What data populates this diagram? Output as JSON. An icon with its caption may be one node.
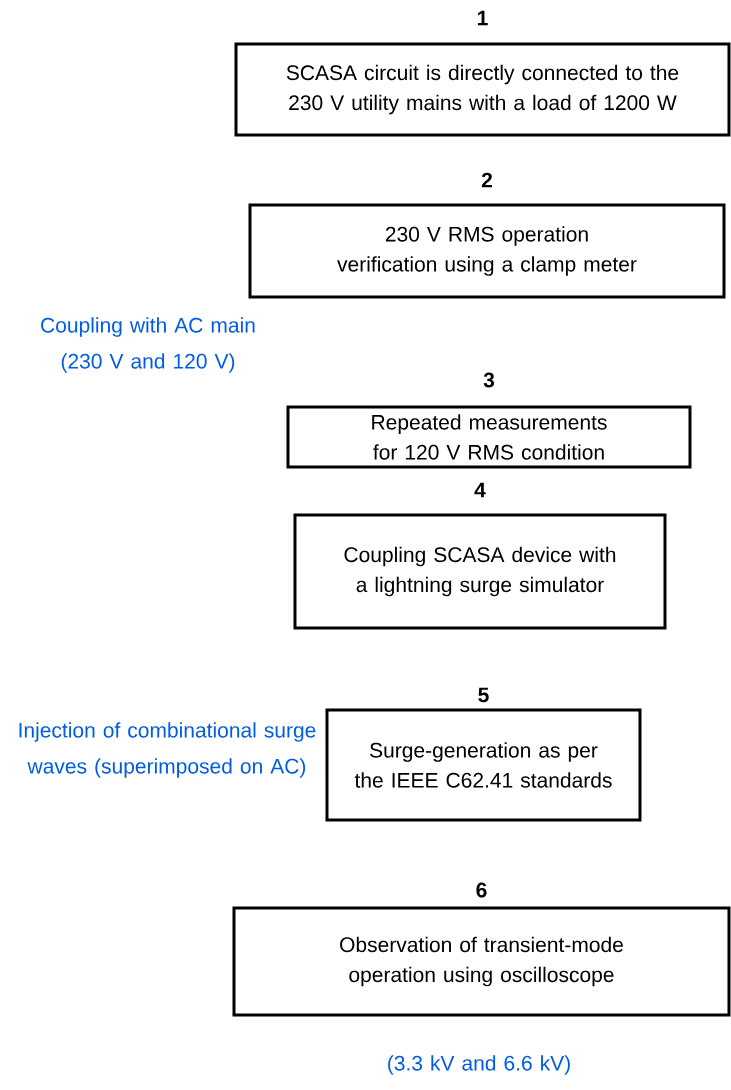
{
  "diagram": {
    "nodes": [
      {
        "text": [
          "1",
          "SCASA circuit is directly connected to the 230 V utility mains with a load of 1200 W"
        ]
      },
      {
        "text": [
          "2",
          "230 V RMS operation verification using a clamp meter"
        ]
      },
      {
        "text": [
          "3",
          "Repeated measurements for 120 V RMS condition"
        ]
      },
      {
        "text": [
          "4",
          "Coupling SCASA device with a lightning surge simulator"
        ]
      },
      {
        "text": [
          "5",
          "Surge-generation as per the IEEE C62.41 standards"
        ]
      },
      {
        "text": [
          "6",
          "Observation of transient-mode operation using oscilloscope"
        ]
      }
    ],
    "labels": [
      "Coupling with AC main (230 V and 120 V)",
      "Injection of combinational surge waves (superimposed on AC)",
      "(3.3 kV and 6.6 kV)"
    ]
  }
}
